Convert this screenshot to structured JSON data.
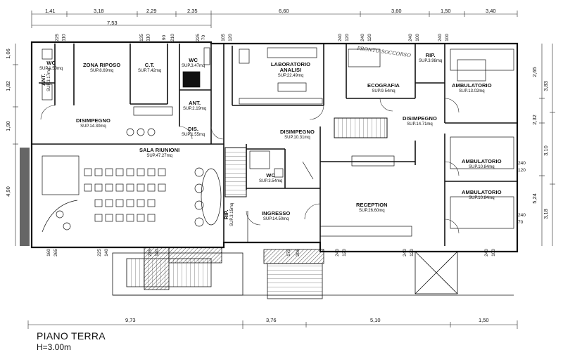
{
  "title": "PIANO TERRA",
  "height": "H=3.00m",
  "handwritten_note": "PRONTO SOCCORSO",
  "rooms": [
    {
      "name": "WC",
      "area": "SUP.1.50mq"
    },
    {
      "name": "ANT.",
      "area": "SUP.3.17mq"
    },
    {
      "name": "ZONA RIPOSO",
      "area": "SUP.8.69mq"
    },
    {
      "name": "C.T.",
      "area": "SUP.7.42mq"
    },
    {
      "name": "WC",
      "area": "SUP.3.47mq"
    },
    {
      "name": "ANT.",
      "area": "SUP.2.19mq"
    },
    {
      "name": "DIS.",
      "area": "SUP.1.55mq"
    },
    {
      "name": "DISIMPEGNO",
      "area": "SUP.14.30mq"
    },
    {
      "name": "LABORATORIO ANALISI",
      "area": "SUP.22.49mq"
    },
    {
      "name": "RIP.",
      "area": "SUP.3.98mq"
    },
    {
      "name": "ECOGRAFIA",
      "area": "SUP.9.54mq"
    },
    {
      "name": "AMBULATORIO",
      "area": "SUP.13.02mq"
    },
    {
      "name": "DISIMPEGNO",
      "area": "SUP.10.31mq"
    },
    {
      "name": "DISIMPEGNO",
      "area": "SUP.14.71mq"
    },
    {
      "name": "SALA RIUNIONI",
      "area": "SUP.47.27mq"
    },
    {
      "name": "WC",
      "area": "SUP.3.54mq"
    },
    {
      "name": "AMBULATORIO",
      "area": "SUP.10.84mq"
    },
    {
      "name": "AMBULATORIO",
      "area": "SUP.10.84mq"
    },
    {
      "name": "RECEPTION",
      "area": "SUP.26.60mq"
    },
    {
      "name": "INGRESSO",
      "area": "SUP.14.50mq"
    },
    {
      "name": "RIP.",
      "area": "SUP.3.15mq"
    }
  ],
  "dims_top": [
    "1,41",
    "3,18",
    "2,29",
    "2,35",
    "6,60",
    "3,60",
    "1,50",
    "3,40"
  ],
  "dim_top_total": "7,53",
  "dims_top_small": [
    "225",
    "110",
    "135",
    "110",
    "90",
    "210",
    "225",
    "70",
    "105",
    "120",
    "240",
    "120",
    "240",
    "120",
    "240",
    "100",
    "240",
    "100"
  ],
  "dims_bottom_small": [
    "160",
    "265",
    "225",
    "140",
    "225",
    "140",
    "175",
    "206",
    "240",
    "120",
    "240",
    "120",
    "240",
    "100"
  ],
  "dims_bottom": [
    "9,73",
    "3,76",
    "5,10",
    "1,50"
  ],
  "dims_left": [
    "1,06",
    "1,82",
    "1,90",
    "4,90"
  ],
  "dims_right": [
    "2,65",
    "3,83",
    "2,32",
    "3,10",
    "5,24",
    "3,18"
  ],
  "dims_right_small": [
    "240",
    "120",
    "240",
    "70"
  ]
}
